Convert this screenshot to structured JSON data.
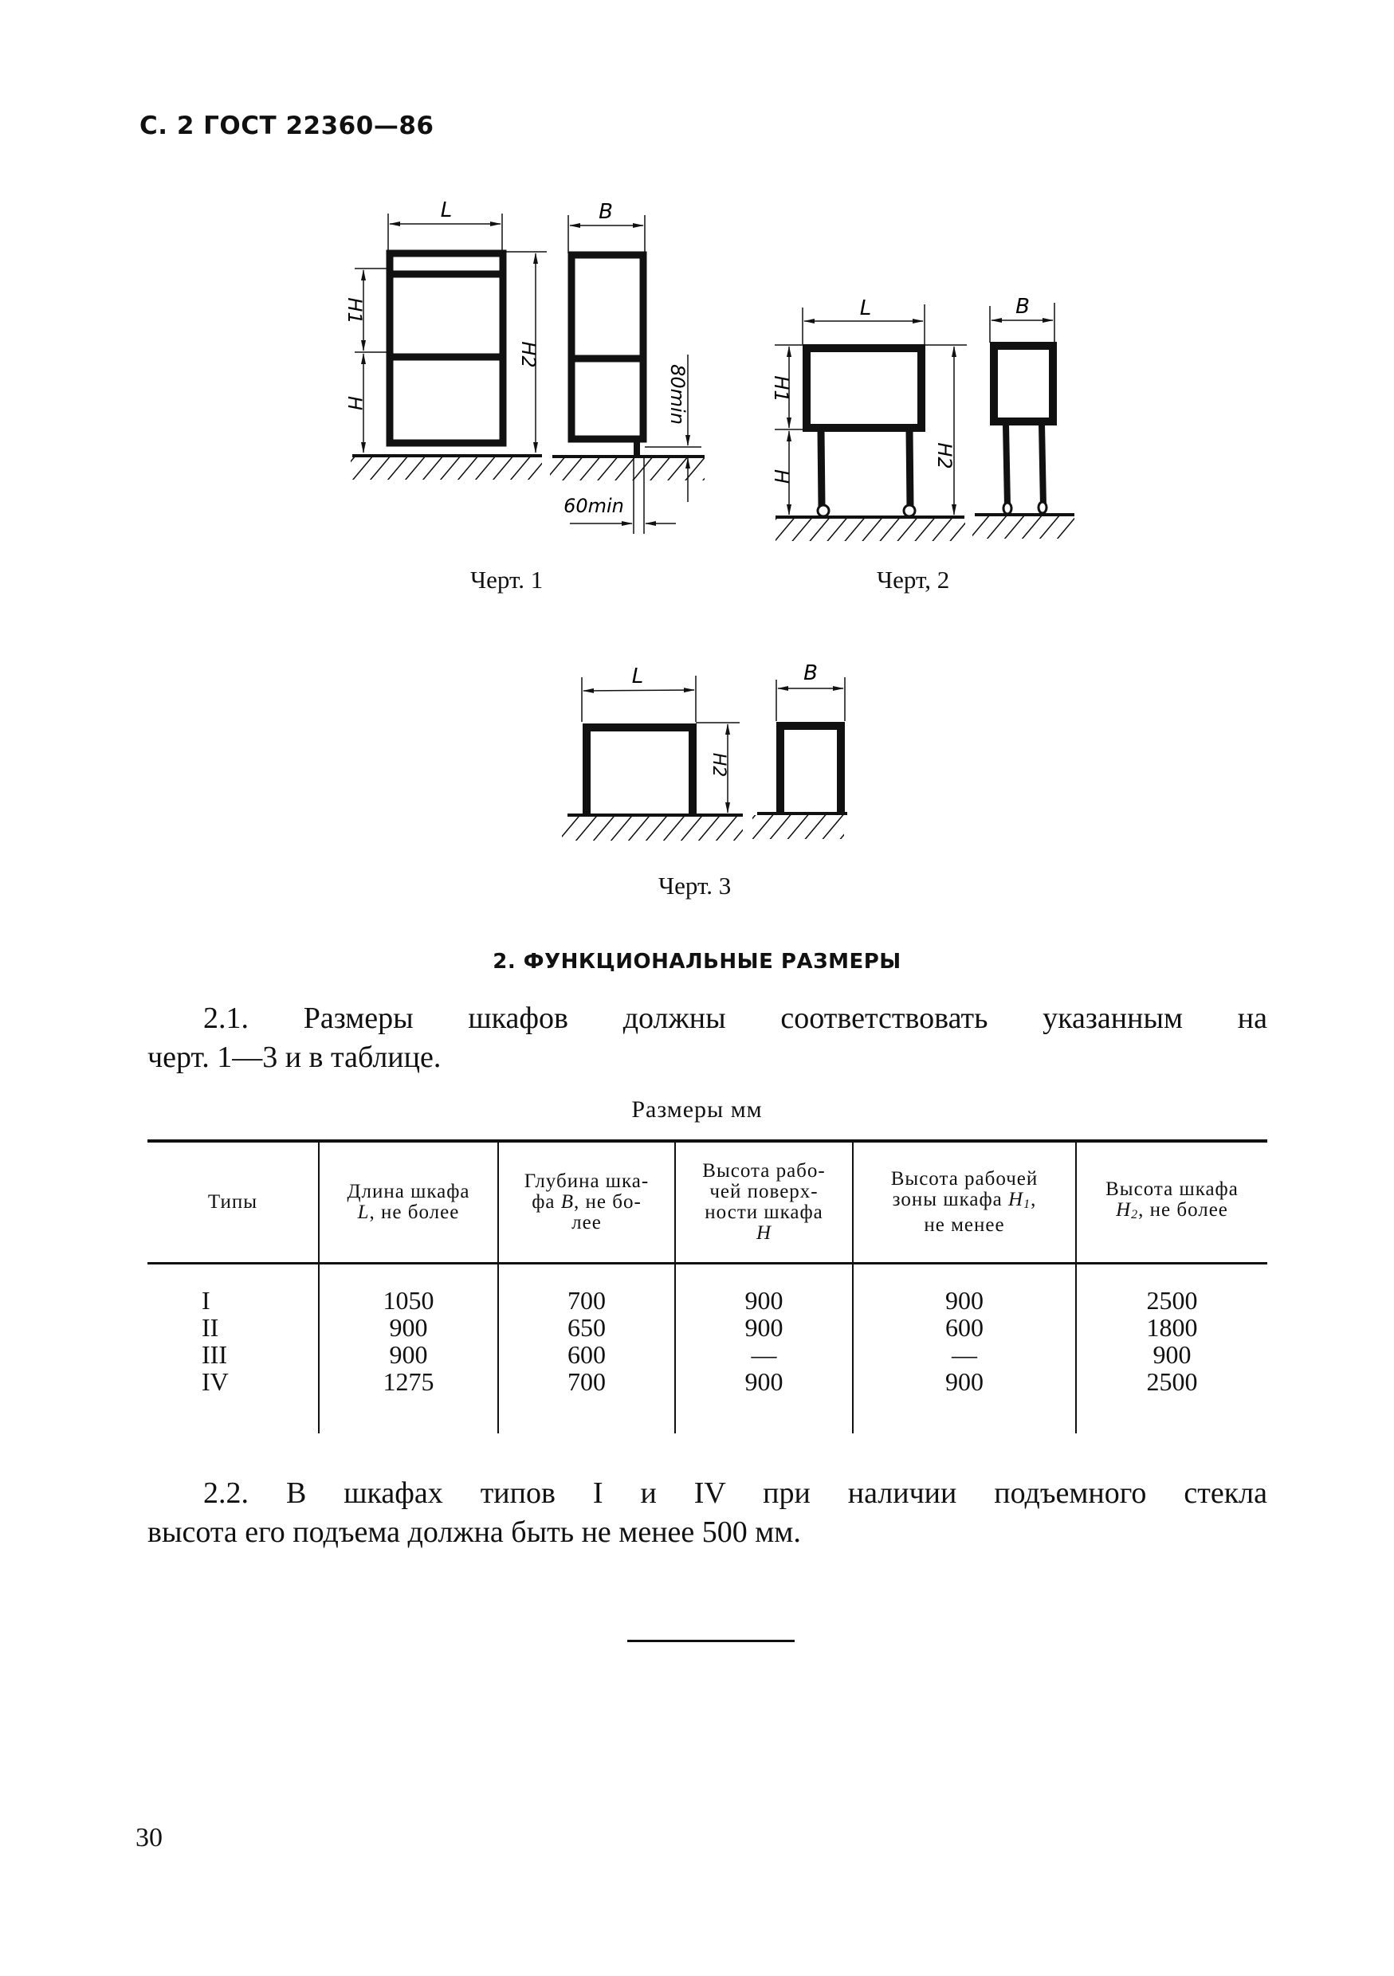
{
  "header": {
    "title": "С. 2 ГОСТ 22360—86"
  },
  "figures": [
    {
      "caption": "Черт. 1",
      "labels": {
        "length": "L",
        "depth": "B",
        "h1": "H1",
        "h": "H",
        "h2": "H2",
        "min80": "80min",
        "min60": "60min"
      }
    },
    {
      "caption": "Черт, 2",
      "labels": {
        "length": "L",
        "depth": "B",
        "h1": "H1",
        "h": "H",
        "h2": "H2"
      }
    },
    {
      "caption": "Черт. 3",
      "labels": {
        "length": "L",
        "depth": "B",
        "h2": "H2"
      }
    }
  ],
  "section": {
    "title": "2. ФУНКЦИОНАЛЬНЫЕ РАЗМЕРЫ"
  },
  "paragraphs": {
    "p2_1_line1": "2.1. Размеры шкафов должны соответствовать  указанным на",
    "p2_1_line2": "черт. 1—3 и в таблице.",
    "p2_2_line1": "2.2. В шкафах типов I и IV при  наличии подъемного стекла",
    "p2_2_line2": "высота его подъема должна быть не менее 500 мм."
  },
  "table": {
    "units": "Размеры мм",
    "headers": [
      {
        "text": "Типы"
      },
      {
        "line1": "Длина шкафа",
        "sym": "L",
        "line2": ", не более"
      },
      {
        "line1": "Глубина шка-",
        "line2a": "фа ",
        "sym": "B",
        "line2b": ", не бо-",
        "line3": "лее"
      },
      {
        "line1": "Высота рабо-",
        "line2": "чей поверх-",
        "line3": "ности шкафа",
        "sym": "H"
      },
      {
        "line1": "Высота рабочей",
        "line2a": "зоны шкафа ",
        "sym": "H",
        "sub": "1",
        "line2b": ",",
        "line3": "не менее"
      },
      {
        "line1": "Высота шкафа",
        "sym": "H",
        "sub": "2",
        "line2": ", не более"
      }
    ],
    "rows": [
      {
        "type": "I",
        "length": "1050",
        "depth": "700",
        "work_surface_height": "900",
        "work_zone_height": "900",
        "cabinet_height": "2500"
      },
      {
        "type": "II",
        "length": "900",
        "depth": "650",
        "work_surface_height": "900",
        "work_zone_height": "600",
        "cabinet_height": "1800"
      },
      {
        "type": "III",
        "length": "900",
        "depth": "600",
        "work_surface_height": "—",
        "work_zone_height": "—",
        "cabinet_height": "900"
      },
      {
        "type": "IV",
        "length": "1275",
        "depth": "700",
        "work_surface_height": "900",
        "work_zone_height": "900",
        "cabinet_height": "2500"
      }
    ]
  },
  "footer": {
    "page_number": "30"
  }
}
